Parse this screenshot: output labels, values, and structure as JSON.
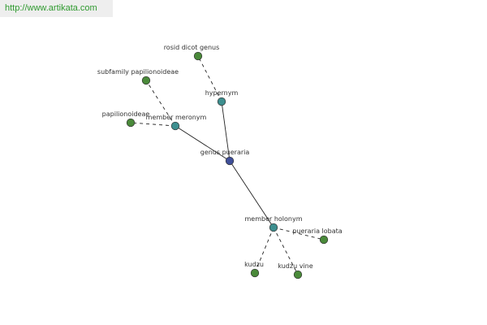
{
  "watermark": {
    "text": "http://www.artikata.com"
  },
  "colors": {
    "center_node": "#3f4f99",
    "relation_node": "#3d8f8f",
    "term_node": "#4a8a3a",
    "node_stroke": "#333333",
    "edge": "#222222",
    "label": "#333333"
  },
  "graph": {
    "center": {
      "label": "genus pueraria"
    },
    "relations": [
      {
        "label": "hypernym"
      },
      {
        "label": "member meronym"
      },
      {
        "label": "member holonym"
      }
    ],
    "terms": [
      {
        "label": "rosid dicot genus",
        "relation": "hypernym"
      },
      {
        "label": "subfamily papilionoideae",
        "relation": "member meronym"
      },
      {
        "label": "papilionoideae",
        "relation": "member meronym"
      },
      {
        "label": "pueraria lobata",
        "relation": "member holonym"
      },
      {
        "label": "kudzu",
        "relation": "member holonym"
      },
      {
        "label": "kudzu vine",
        "relation": "member holonym"
      }
    ]
  }
}
